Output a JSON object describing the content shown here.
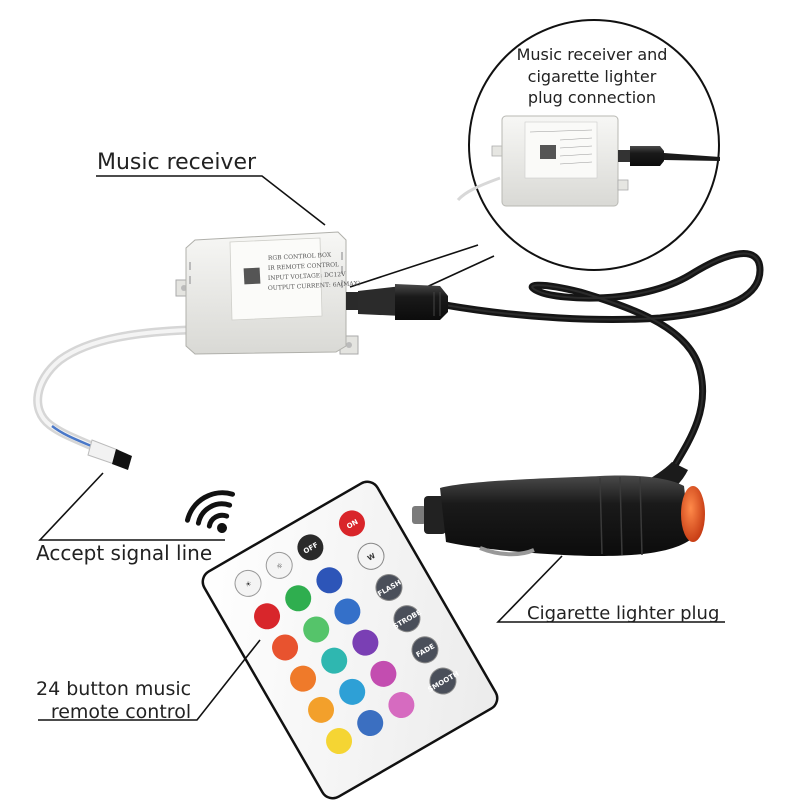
{
  "labels": {
    "music_receiver": "Music receiver",
    "inset_caption_line1": "Music receiver and",
    "inset_caption_line2": "cigarette lighter",
    "inset_caption_line3": "plug connection",
    "accept_signal_line": "Accept signal line",
    "cigarette_lighter_plug": "Cigarette lighter plug",
    "remote_line1": "24 button music",
    "remote_line2": "remote control"
  },
  "remote": {
    "top_buttons": [
      {
        "text": "OFF",
        "color": "#2a2a2a"
      },
      {
        "text": "ON",
        "color": "#d9252a"
      }
    ],
    "side_buttons": [
      "W",
      "FLASH",
      "STROBE",
      "FADE",
      "SMOOTH"
    ],
    "color_rows": [
      [
        "#d8262b",
        "#2fae4f",
        "#2d55b8"
      ],
      [
        "#e8532f",
        "#55c46a",
        "#3470c9"
      ],
      [
        "#ef7a2a",
        "#2fb7b0",
        "#7a3fb4"
      ],
      [
        "#f3a02b",
        "#2ea0d6",
        "#c34db0"
      ],
      [
        "#f5d533",
        "#3b6fc1",
        "#d66bc0"
      ]
    ]
  },
  "receiver_box_text": [
    "RGB CONTROL BOX",
    "IR REMOTE CONTROL",
    "INPUT VOLTAGE: DC12V",
    "OUTPUT CURRENT: 6A(MAX)"
  ],
  "colors": {
    "cable": "#1b1b1b",
    "box": "#ededea",
    "plug_tip": "#d44418",
    "wire": "#dcdcdc"
  }
}
